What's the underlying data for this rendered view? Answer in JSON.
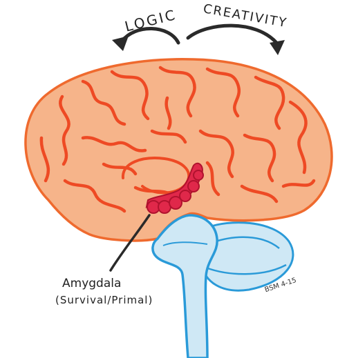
{
  "labels": {
    "logic": "LOGIC",
    "creativity": "CREATIVITY",
    "amygdala_name": "Amygdala",
    "amygdala_note": "(Survival/Primal)",
    "signature": "BSM 4-15"
  },
  "colors": {
    "cortex_fill": "#f6b48a",
    "cortex_outline": "#ef6a2e",
    "gyri": "#ee4a24",
    "limbic_red": "#e0284a",
    "brainstem_fill": "#cfe8f5",
    "brainstem_outline": "#2a9ad8",
    "ink": "#2a2a2a"
  },
  "icons": [
    "curved-arrow-left-icon",
    "curved-arrow-right-icon"
  ]
}
